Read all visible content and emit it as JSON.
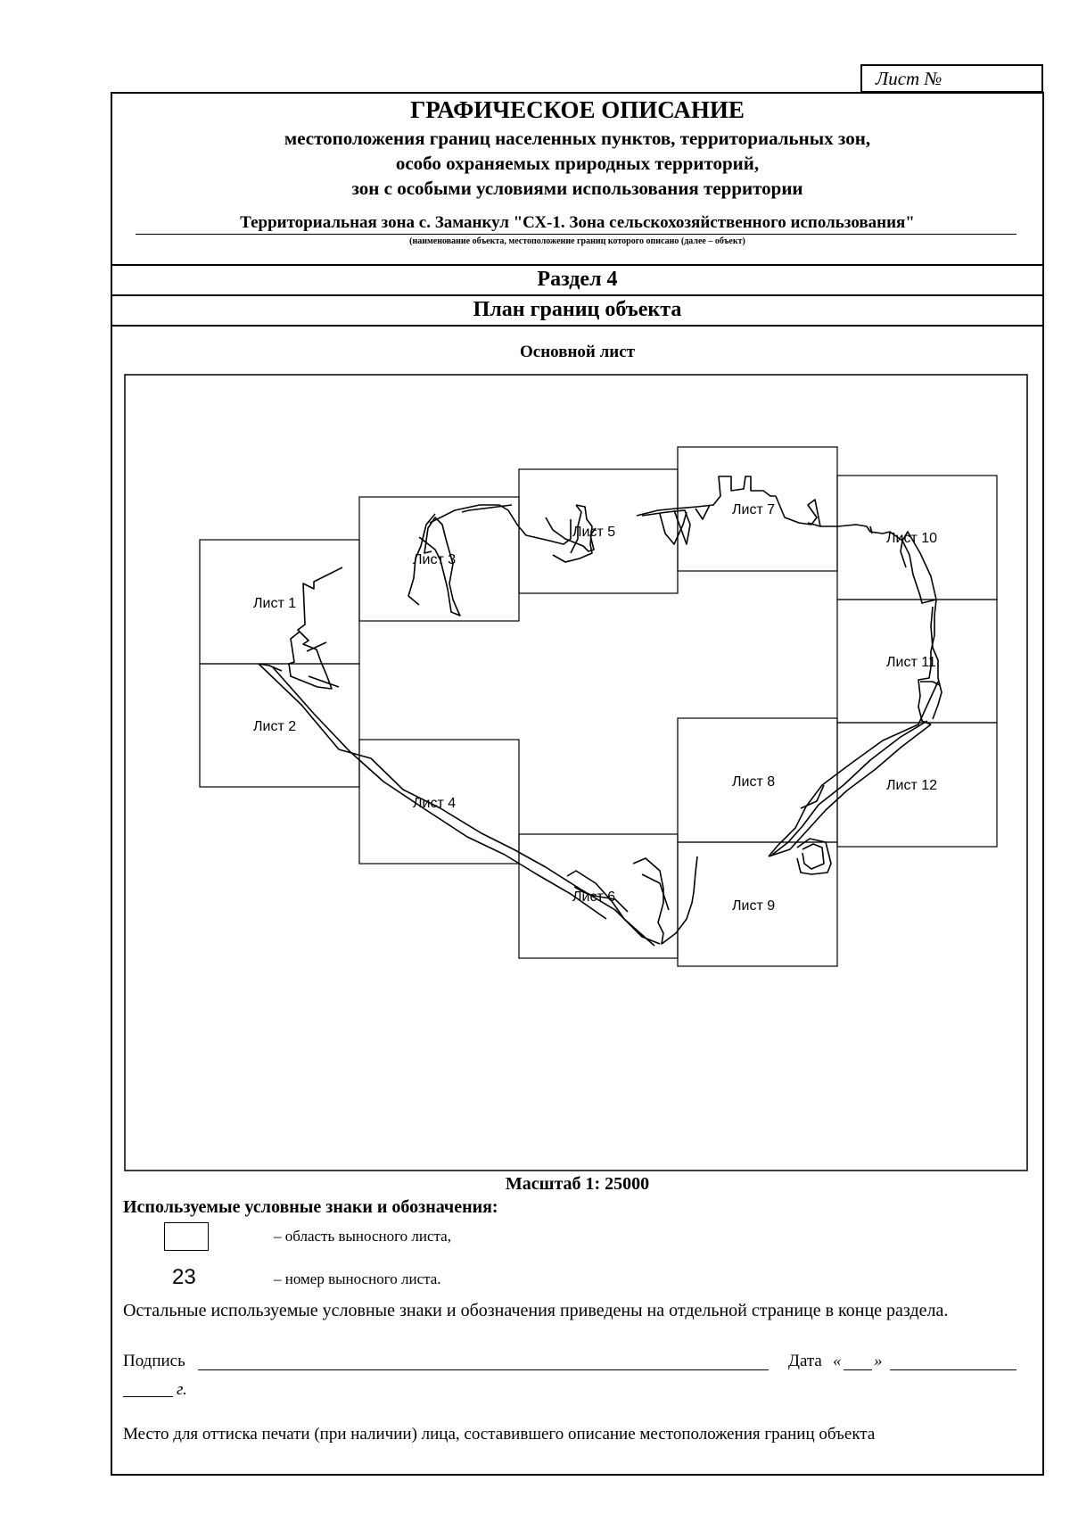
{
  "sheet_no_label": "Лист №",
  "header": {
    "title": "ГРАФИЧЕСКОЕ ОПИСАНИЕ",
    "subtitle_lines": [
      "местоположения границ населенных пунктов, территориальных зон,",
      "особо охраняемых природных территорий,",
      "зон с особыми условиями использования территории"
    ],
    "object_name": "Территориальная зона с. Заманкул \"СХ-1. Зона сельскохозяйственного использования\"",
    "object_caption": "(наименование объекта, местоположение границ которого описано (далее – объект)"
  },
  "section": {
    "title": "Раздел 4",
    "subtitle": "План границ объекта"
  },
  "main_sheet_label": "Основной лист",
  "plan": {
    "sheets": [
      {
        "label": "Лист 1"
      },
      {
        "label": "Лист 2"
      },
      {
        "label": "Лист 3"
      },
      {
        "label": "Лист 4"
      },
      {
        "label": "Лист 5"
      },
      {
        "label": "Лист 6"
      },
      {
        "label": "Лист 7"
      },
      {
        "label": "Лист 8"
      },
      {
        "label": "Лист 9"
      },
      {
        "label": "Лист 10"
      },
      {
        "label": "Лист 11"
      },
      {
        "label": "Лист 12"
      }
    ]
  },
  "scale_label": "Масштаб 1: 25000",
  "legend": {
    "title": "Используемые условные знаки и обозначения:",
    "items": [
      {
        "symbol": "",
        "text": "– область выносного листа,"
      },
      {
        "symbol": "23",
        "text": "– номер выносного листа."
      }
    ],
    "note": "Остальные используемые условные знаки и обозначения приведены на отдельной странице в конце раздела."
  },
  "signature": {
    "label": "Подпись",
    "date_label": "Дата",
    "date_open": "«",
    "date_close": "»",
    "year_suffix": "г."
  },
  "stamp_text": "Место для оттиска печати (при наличии) лица, составившего описание местоположения границ объекта"
}
